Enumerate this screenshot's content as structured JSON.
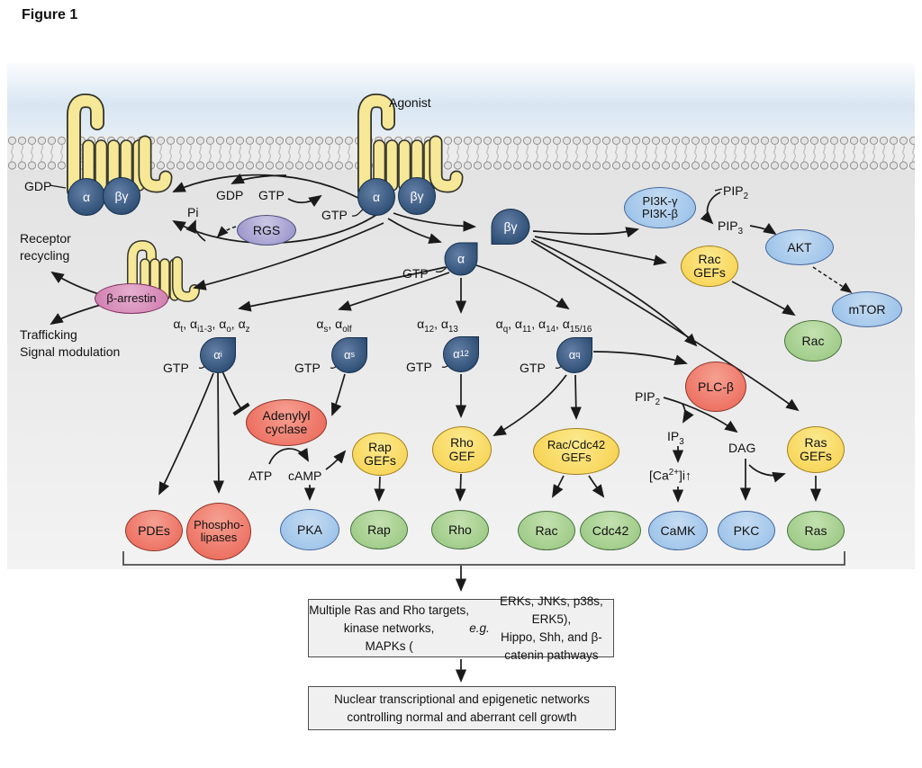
{
  "title": "Figure 1",
  "labels": {
    "agonist": "Agonist",
    "gdp_receptor": "GDP",
    "gdp_cycle": "GDP",
    "gtp_cycle": "GTP",
    "pi": "Pi",
    "gtp_receptor": "GTP",
    "gtp_free_alpha": "GTP",
    "receptor_recycling": "Receptor\nrecycling",
    "trafficking": "Trafficking\nSignal modulation",
    "family_i": "α<sub>t</sub>, α<sub>i1-3</sub>, α<sub>o</sub>, α<sub>z</sub>",
    "family_s": "α<sub>s</sub>, α<sub>olf</sub>",
    "family_12": "α<sub>12</sub>, α<sub>13</sub>",
    "family_q": "α<sub>q</sub>, α<sub>11</sub>, α<sub>14</sub>, α<sub>15/16</sub>",
    "gtp_ai": "GTP",
    "gtp_as": "GTP",
    "gtp_a12": "GTP",
    "gtp_aq": "GTP",
    "atp": "ATP",
    "camp": "cAMP",
    "pip2_top": "PIP<sub>2</sub>",
    "pip3": "PIP<sub>3</sub>",
    "pip2_plc": "PIP<sub>2</sub>",
    "ip3": "IP<sub>3</sub>",
    "calcium": "[Ca<sup>2+</sup>]i↑",
    "dag": "DAG"
  },
  "nodes": {
    "alpha_left": "α",
    "betagamma_left": "βγ",
    "alpha_right": "α",
    "betagamma_right": "βγ",
    "free_alpha": "α",
    "free_betagamma": "βγ",
    "rgs": "RGS",
    "beta_arrestin": "β-arrestin",
    "alpha_i": "α<sub>i</sub>",
    "alpha_s": "α<sub>s</sub>",
    "alpha_12": "α<sub>12</sub>",
    "alpha_q": "α<sub>q</sub>",
    "pi3k": "PI3K-γ<br>PI3K-β",
    "akt": "AKT",
    "mtor": "mTOR",
    "rac_gefs_membrane": "Rac<br>GEFs",
    "rac_membrane": "Rac",
    "adenylyl_cyclase": "Adenylyl<br>cyclase",
    "pdes": "PDEs",
    "phospholipases": "Phospho-<br>lipases",
    "pka": "PKA",
    "rap_gefs": "Rap<br>GEFs",
    "rap": "Rap",
    "rho_gef": "Rho<br>GEF",
    "rho": "Rho",
    "rac_cdc42_gefs": "Rac/Cdc42<br>GEFs",
    "rac": "Rac",
    "cdc42": "Cdc42",
    "plc_beta": "PLC-β",
    "camk": "CaMK",
    "pkc": "PKC",
    "ras_gefs": "Ras<br>GEFs",
    "ras": "Ras"
  },
  "boxes": {
    "targets": "Multiple Ras and Rho targets, kinase networks,<br>MAPKs (<i>e.g.</i> ERKs, JNKs, p38s, ERK5),<br>Hippo, Shh, and β-catenin pathways",
    "nuclear": "Nuclear transcriptional and epigenetic networks<br>controlling normal and aberrant cell growth"
  }
}
